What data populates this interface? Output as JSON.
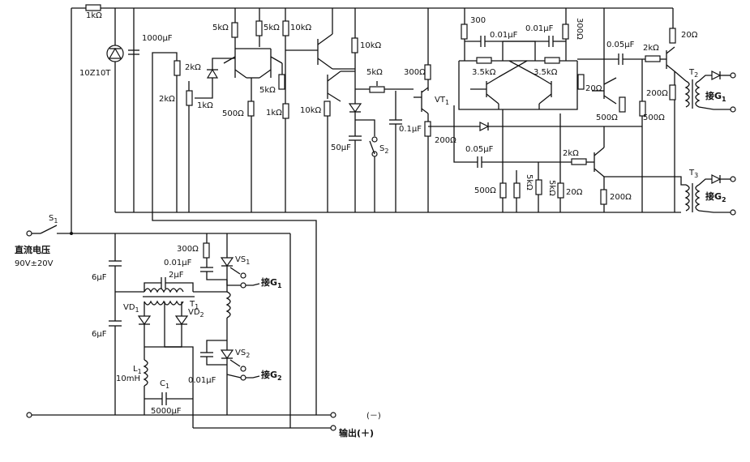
{
  "labels": {
    "r_1k_top": "1kΩ",
    "zener": "10Z10T",
    "cap_1000uF": "1000μF",
    "r_5k_a": "5kΩ",
    "r_5k_b": "5kΩ",
    "r_10k_a": "10kΩ",
    "r_2k_a": "2kΩ",
    "r_2k_b": "2kΩ",
    "r_1k_pot": "1kΩ",
    "r_500_a": "500Ω",
    "r_5k_c": "5kΩ",
    "r_1k_b": "1kΩ",
    "r_10k_b": "10kΩ",
    "r_10k_c": "10kΩ",
    "r_5k_pot": "5kΩ",
    "r_300_a": "300Ω",
    "vt1": "VT",
    "vt1_sub": "1",
    "cap_50uF": "50μF",
    "s2": "S",
    "s2_sub": "2",
    "cap_01uF": "0.1μF",
    "r_200_a": "200Ω",
    "r_300_b": "300",
    "cap_001_a": "0.01μF",
    "cap_001_b": "0.01μF",
    "r_300_c": "300Ω",
    "r_35k_a": "3.5kΩ",
    "r_35k_b": "3.5kΩ",
    "r_20_a": "20Ω",
    "r_500_b": "500Ω",
    "cap_005_a": "0.05μF",
    "r_2k_c": "2kΩ",
    "r_20_b": "20Ω",
    "t2": "T",
    "t2_sub": "2",
    "r_200_b": "200Ω",
    "r_500_c": "500Ω",
    "g1_top": "接G",
    "g1_top_sub": "1",
    "cap_005_b": "0.05μF",
    "r_2k_d": "2kΩ",
    "r_500_d": "500Ω",
    "r_5k_d": "5kΩ",
    "r_5k_e": "5kΩ",
    "r_20_c": "20Ω",
    "r_200_c": "200Ω",
    "t3": "T",
    "t3_sub": "3",
    "g2_top": "接G",
    "g2_top_sub": "2",
    "s1": "S",
    "s1_sub": "1",
    "dc_voltage": "直流电压",
    "voltage_value": "90V±20V",
    "r_300_d": "300Ω",
    "cap_001_c": "0.01μF",
    "vs1": "VS",
    "vs1_sub": "1",
    "cap_6uF_a": "6μF",
    "cap_2uF": "2μF",
    "g1_bot": "接G",
    "g1_bot_sub": "1",
    "t1": "T",
    "t1_sub": "1",
    "vd1": "VD",
    "vd1_sub": "1",
    "vd2": "VD",
    "vd2_sub": "2",
    "cap_6uF_b": "6μF",
    "vs2": "VS",
    "vs2_sub": "2",
    "l1": "L",
    "l1_sub": "1",
    "l1_val": "10mH",
    "cap_001_d": "0.01μF",
    "g2_bot": "接G",
    "g2_bot_sub": "2",
    "c1": "C",
    "c1_sub": "1",
    "cap_5000uF": "5000μF",
    "out_minus": "(－)",
    "out_plus": "输出(＋)"
  }
}
